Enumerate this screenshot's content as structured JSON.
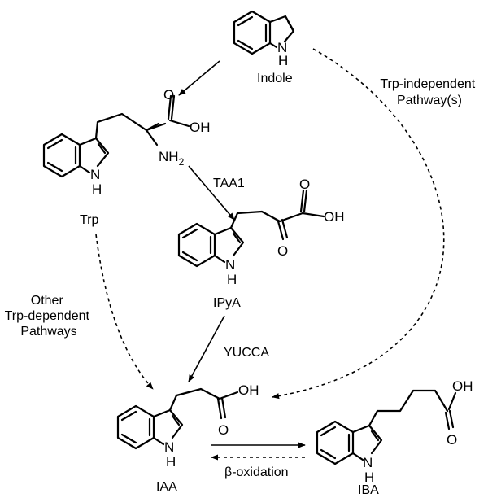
{
  "atoms": {
    "nh": "N",
    "h": "H",
    "oh": "OH",
    "o": "O",
    "nh2": "NH",
    "nh2_sub": "2"
  },
  "compounds": {
    "indole": "Indole",
    "trp": "Trp",
    "ipya": "IPyA",
    "iaa": "IAA",
    "iba": "IBA"
  },
  "enzymes": {
    "taa1": "TAA1",
    "yucca": "YUCCA"
  },
  "pathways": {
    "trp_independent": [
      "Trp-independent",
      "Pathway(s)"
    ],
    "other": [
      "Other",
      "Trp-dependent",
      "Pathways"
    ],
    "beta_oxidation": "β-oxidation"
  }
}
